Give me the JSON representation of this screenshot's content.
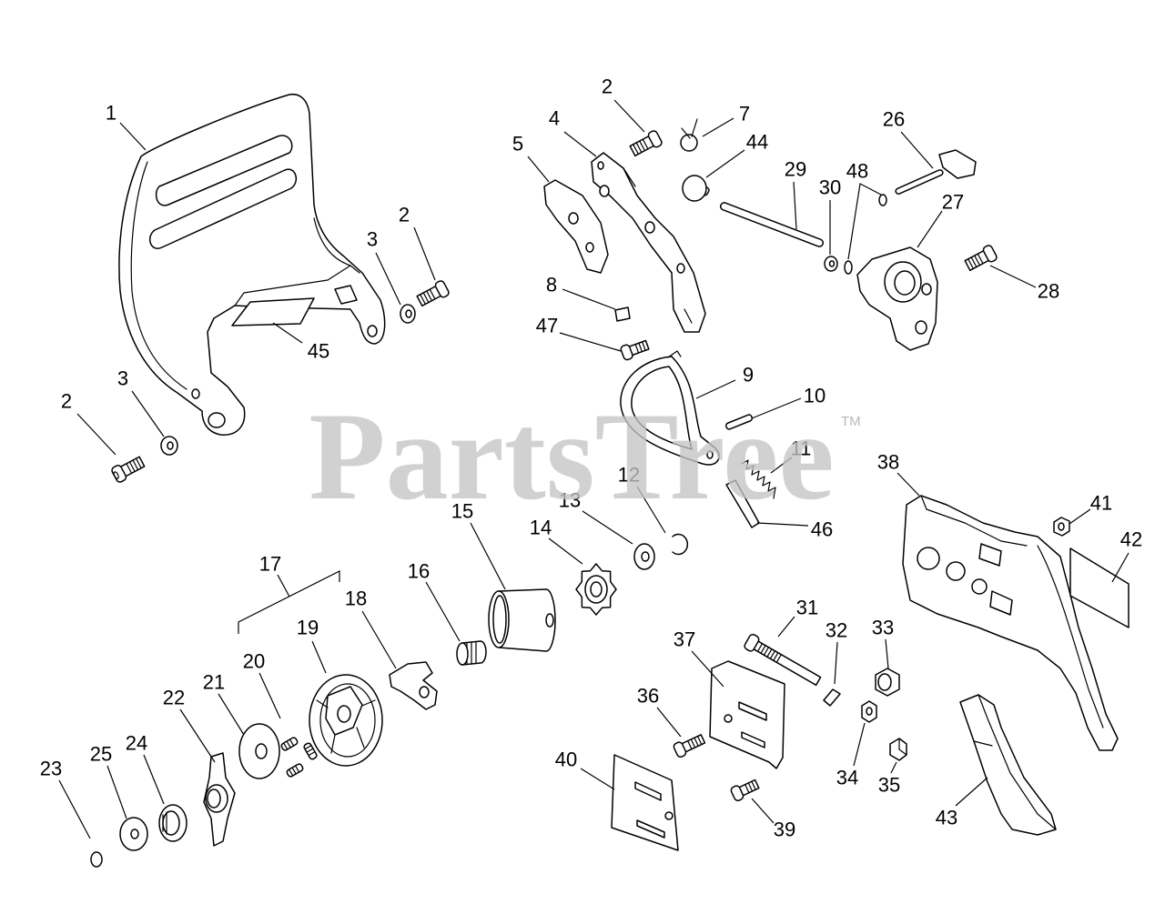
{
  "watermark": {
    "brand": "PartsTree",
    "trademark": "TM"
  },
  "callouts": [
    "1",
    "2",
    "3",
    "45",
    "3",
    "2",
    "2",
    "4",
    "5",
    "7",
    "44",
    "26",
    "29",
    "30",
    "48",
    "27",
    "28",
    "8",
    "47",
    "9",
    "10",
    "11",
    "46",
    "12",
    "13",
    "14",
    "15",
    "16",
    "17",
    "18",
    "19",
    "20",
    "21",
    "22",
    "23",
    "25",
    "24",
    "31",
    "32",
    "33",
    "37",
    "36",
    "40",
    "34",
    "35",
    "39",
    "38",
    "41",
    "42",
    "43"
  ],
  "colors": {
    "background": "#ffffff",
    "line": "#000000",
    "watermark": "#c4c4c4"
  }
}
